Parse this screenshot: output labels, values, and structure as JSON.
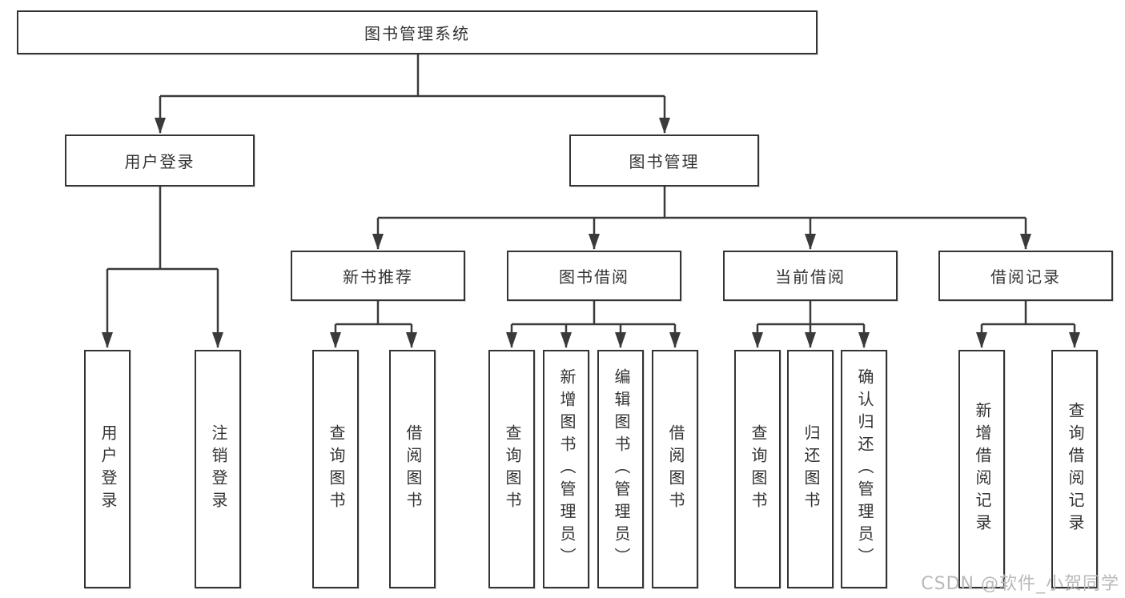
{
  "tree": {
    "label": "图书管理系统",
    "children": [
      {
        "label": "用户登录",
        "children": [
          {
            "label": "用户登录"
          },
          {
            "label": "注销登录"
          }
        ]
      },
      {
        "label": "图书管理",
        "children": [
          {
            "label": "新书推荐",
            "children": [
              {
                "label": "查询图书"
              },
              {
                "label": "借阅图书"
              }
            ]
          },
          {
            "label": "图书借阅",
            "children": [
              {
                "label": "查询图书"
              },
              {
                "label": "新增图书（管理员）"
              },
              {
                "label": "编辑图书（管理员）"
              },
              {
                "label": "借阅图书"
              }
            ]
          },
          {
            "label": "当前借阅",
            "children": [
              {
                "label": "查询图书"
              },
              {
                "label": "归还图书"
              },
              {
                "label": "确认归还（管理员）"
              }
            ]
          },
          {
            "label": "借阅记录",
            "children": [
              {
                "label": "新增借阅记录"
              },
              {
                "label": "查询借阅记录"
              }
            ]
          }
        ]
      }
    ]
  },
  "watermark": {
    "text": "CSDN @软件_小贺同学"
  },
  "colors": {
    "line": "#3a3a3a",
    "box_border": "#343434",
    "text": "#333333",
    "watermark": "#b9b9b9",
    "background": "#ffffff"
  }
}
